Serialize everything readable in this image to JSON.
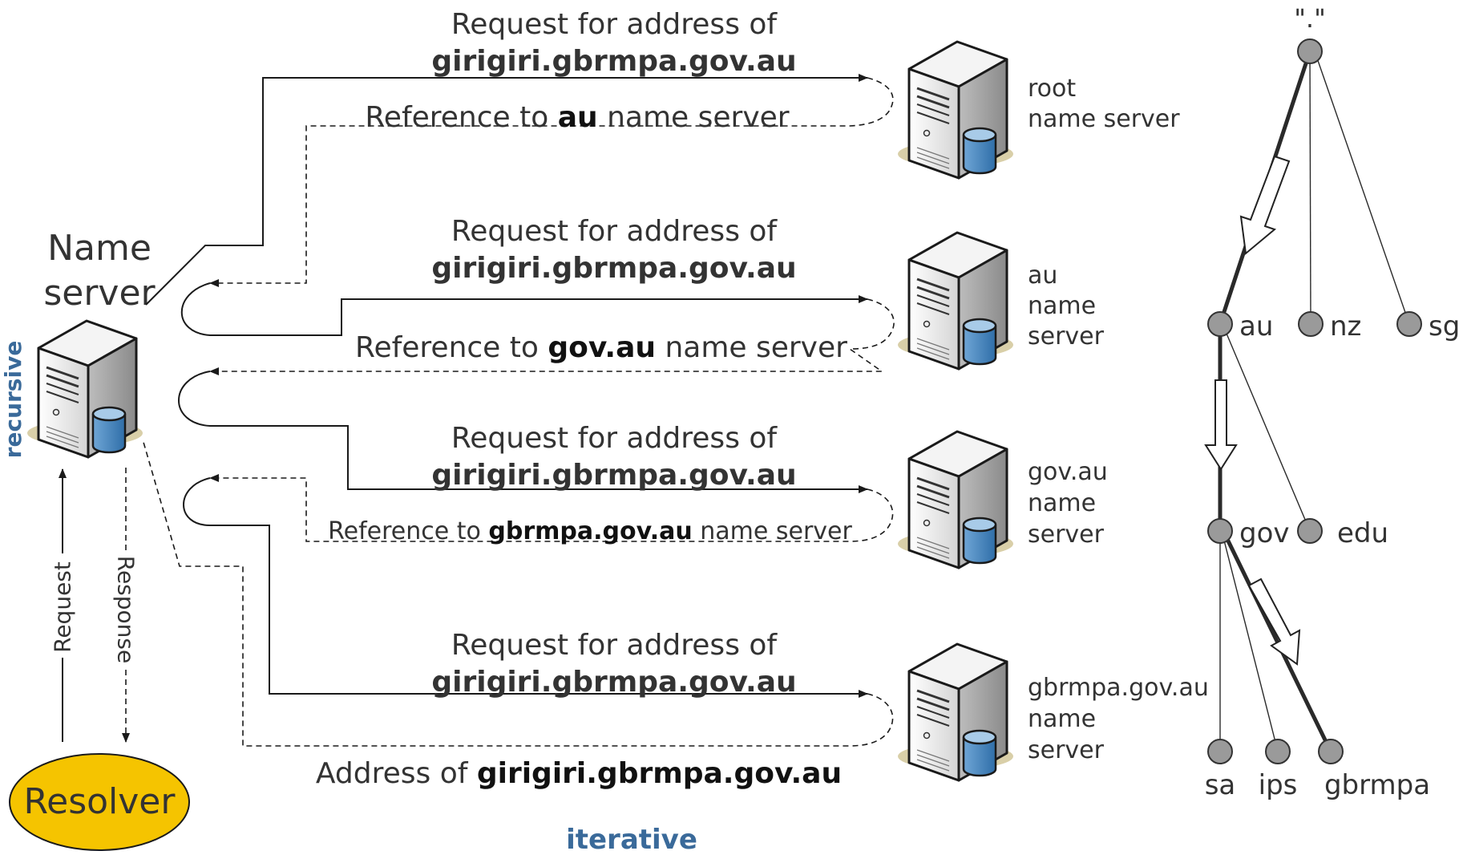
{
  "left": {
    "name_server_label_line1": "Name",
    "name_server_label_line2": "server",
    "recursive_label": "recursive",
    "request_label": "Request",
    "response_label": "Response",
    "resolver_label": "Resolver"
  },
  "exchanges": [
    {
      "request_line1": "Request for address of",
      "request_line2": "girigiri.gbrmpa.gov.au",
      "reply_prefix": "Reference to ",
      "reply_bold": "au",
      "reply_suffix": " name server",
      "server_label": [
        "root",
        "name server"
      ]
    },
    {
      "request_line1": "Request for address of",
      "request_line2": "girigiri.gbrmpa.gov.au",
      "reply_prefix": "Reference to ",
      "reply_bold": "gov.au",
      "reply_suffix": " name server",
      "server_label": [
        "au",
        "name",
        "server"
      ]
    },
    {
      "request_line1": "Request for address of",
      "request_line2": "girigiri.gbrmpa.gov.au",
      "reply_prefix": "Reference to ",
      "reply_bold": "gbrmpa.gov.au",
      "reply_suffix": " name server",
      "server_label": [
        "gov.au",
        "name",
        "server"
      ]
    },
    {
      "request_line1": "Request for address of",
      "request_line2": "girigiri.gbrmpa.gov.au",
      "reply_prefix": "Address of ",
      "reply_bold": "girigiri.gbrmpa.gov.au",
      "reply_suffix": "",
      "server_label": [
        "gbrmpa.gov.au",
        "name",
        "server"
      ]
    }
  ],
  "iterative_label": "iterative",
  "tree": {
    "root": "\".\"",
    "level1": [
      "au",
      "nz",
      "sg"
    ],
    "level2": [
      "gov",
      "edu"
    ],
    "level3": [
      "sa",
      "ips",
      "gbrmpa"
    ]
  },
  "colors": {
    "resolver_fill": "#f5c400",
    "label_blue": "#3a6a9a",
    "server_beige": "#d9cfa8",
    "disk_blue": "#2f6ea8"
  }
}
